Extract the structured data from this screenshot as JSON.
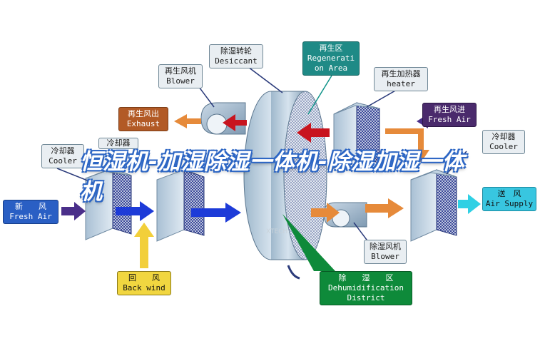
{
  "title": "恒湿机-加湿除湿一体机-除湿加湿一体机",
  "labels": {
    "desiccant_wheel": {
      "zh": "除湿转轮",
      "en": "Desiccant"
    },
    "regeneration_area": {
      "zh": "再生区",
      "en1": "Regenerati",
      "en2": "on Area"
    },
    "regeneration_blower": {
      "zh": "再生风机",
      "en": "Blower"
    },
    "regeneration_heater": {
      "zh": "再生加热器",
      "en": "heater"
    },
    "exhaust": {
      "zh": "再生风出",
      "en": "Exhaust"
    },
    "regen_fresh_air": {
      "zh": "再生风进",
      "en": "Fresh Air"
    },
    "cooler_left": {
      "zh": "冷却器",
      "en": "Cooler"
    },
    "cooler_middle_partial": {
      "zh": "冷却器"
    },
    "cooler_right": {
      "zh": "冷却器",
      "en": "Cooler"
    },
    "fresh_air": {
      "zh": "新　　风",
      "en": "Fresh Air"
    },
    "air_supply": {
      "zh": "送　风",
      "en": "Air Supply"
    },
    "back_wind": {
      "zh": "回　　风",
      "en": "Back wind"
    },
    "dehumid_blower": {
      "zh": "除湿风机",
      "en": "Blower"
    },
    "dehumid_district": {
      "zh": "除　　湿　　区",
      "en1": "Dehumidification",
      "en2": "District"
    }
  },
  "watermark": "XTECH",
  "colors": {
    "blue_arrow": "#1d3bd8",
    "red_arrow": "#c8141e",
    "orange_arrow": "#e68a3a",
    "yellow_arrow": "#f2cf3a",
    "cyan_arrow": "#2fd0e4",
    "navy_arrow": "#4a2f8a",
    "title_outline": "#2d66c4"
  }
}
